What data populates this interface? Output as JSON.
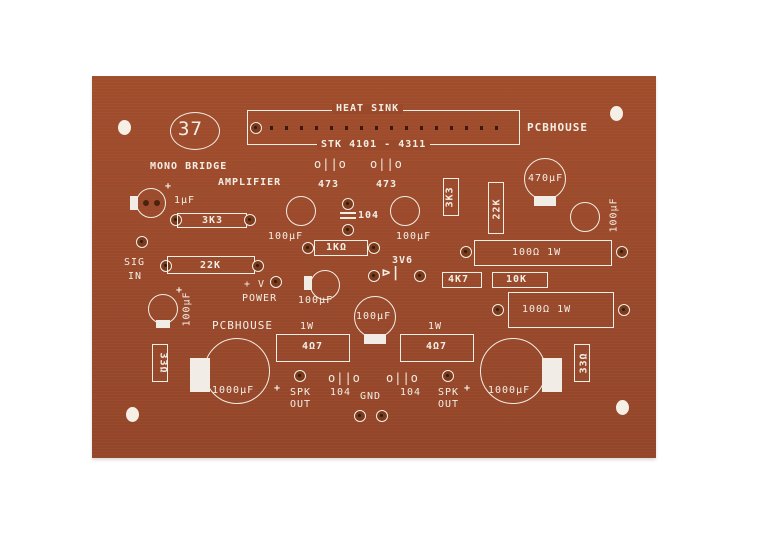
{
  "board": {
    "number": "37",
    "colors": {
      "substrate": "#9a4a2a",
      "silkscreen": "#f4efe6",
      "background": "#ffffff"
    },
    "title_line1": "MONO BRIDGE",
    "title_line2": "AMPLIFIER",
    "brand_top": "PCBHOUSE",
    "brand_left": "PCBHOUSE",
    "heatsink_label": "HEAT SINK",
    "ic_label": "STK 4101 - 4311"
  },
  "components": {
    "c_1uf": "1µF",
    "r_3k3_h": "3K3",
    "r_22k_h": "22K",
    "sig_in_1": "SIG",
    "sig_in_2": "IN",
    "c_100uf_left": "100µF",
    "power_plus": "+ V",
    "power_label": "POWER",
    "c_473_a": "473",
    "c_473_b": "473",
    "c_100uf_a": "100µF",
    "c_104_mid": "104",
    "c_100uf_b": "100µF",
    "r_1k": "1KΩ",
    "c_100uf_c": "100µF",
    "zener": "3V6",
    "c_100uf_center": "100µF",
    "r_3k3_v": "3K3",
    "r_22k_v": "22K",
    "c_470uf": "470µF",
    "c_100uf_right": "100µF",
    "r_100_1w_a": "100Ω 1W",
    "r_4k7": "4K7",
    "r_10k": "10K",
    "r_100_1w_b": "100Ω 1W",
    "r_330_left": "33Ω",
    "c_1000uf_left": "1000µF",
    "r_1w_left_label": "1W",
    "r_4r7_left": "4Ω7",
    "spk_out_left_1": "SPK",
    "spk_out_left_2": "OUT",
    "c_104_left": "104",
    "gnd": "GND",
    "c_104_right": "104",
    "r_1w_right_label": "1W",
    "r_4r7_right": "4Ω7",
    "spk_out_right_1": "SPK",
    "spk_out_right_2": "OUT",
    "c_1000uf_right": "1000µF",
    "r_330_right": "33Ω",
    "plus": "+"
  }
}
